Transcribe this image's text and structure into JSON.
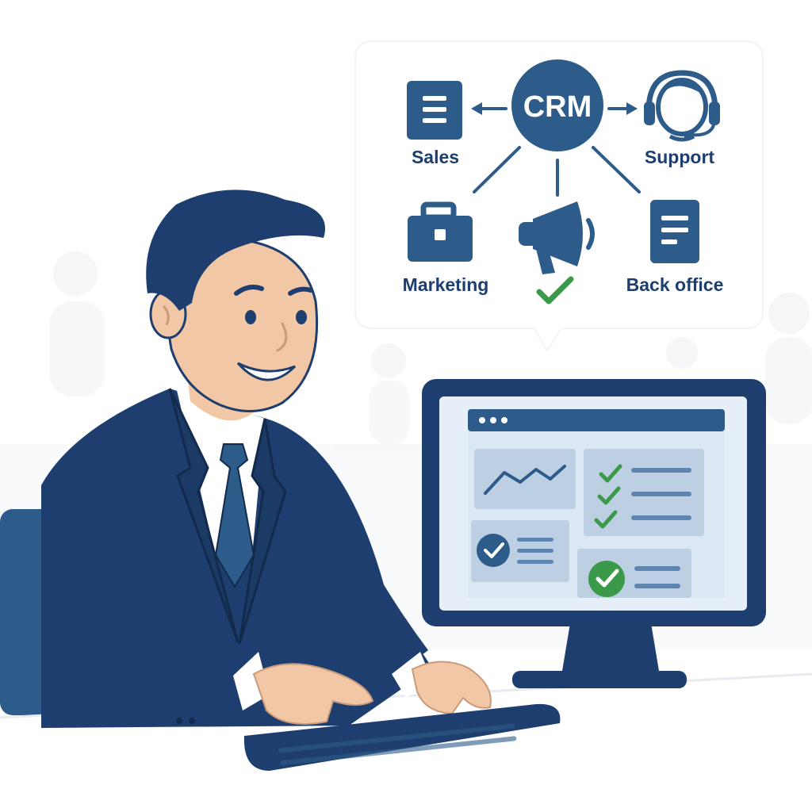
{
  "diagram": {
    "hub_label": "CRM",
    "nodes": {
      "sales": {
        "label": "Sales",
        "icon": "document-list-icon"
      },
      "support": {
        "label": "Support",
        "icon": "headset-agent-icon"
      },
      "marketing": {
        "label": "Marketing",
        "icon": "briefcase-icon"
      },
      "campaign": {
        "label": "",
        "icon": "megaphone-icon"
      },
      "back_office": {
        "label": "Back office",
        "icon": "form-document-icon"
      }
    }
  },
  "monitor": {
    "window_icon": "window-dots-icon",
    "cards": [
      "line-chart-card",
      "checklist-card",
      "progress-card",
      "approved-card"
    ]
  },
  "colors": {
    "primary": "#2e5c8a",
    "suit": "#1d3e6e",
    "accent_green": "#3a9a4a",
    "skin": "#f2c7a5",
    "screen": "#e6eff8"
  }
}
